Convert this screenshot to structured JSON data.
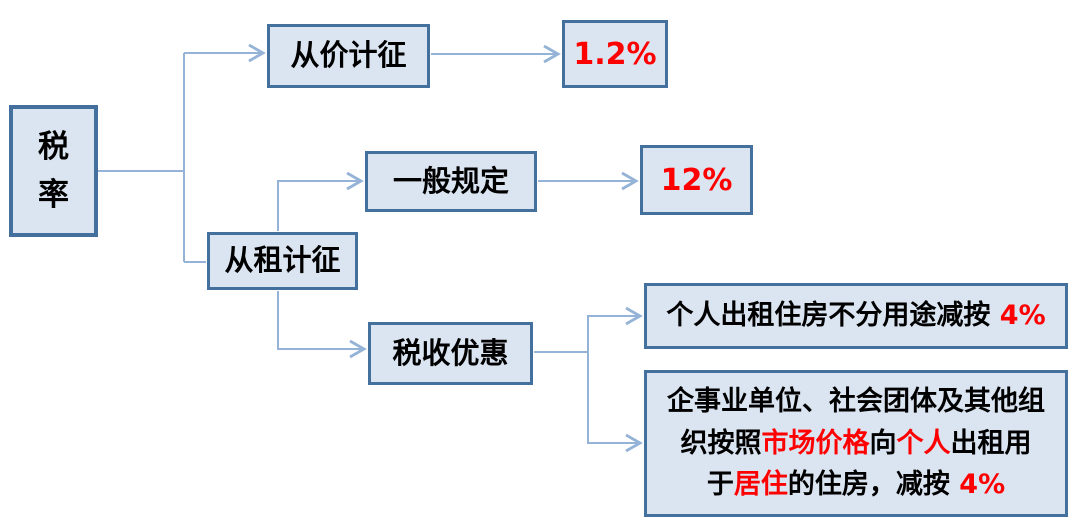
{
  "colors": {
    "box_fill": "#dbe5f1",
    "box_border": "#44709d",
    "connector": "#95b3d7",
    "highlight": "#fe0000",
    "text": "#000000"
  },
  "diagram_type": "flowchart",
  "nodes": {
    "tax_rate": {
      "label": "税率"
    },
    "ad_valorem": {
      "label": "从价计征"
    },
    "rate_1_2": {
      "label": "1.2%"
    },
    "general_rule": {
      "label": "一般规定"
    },
    "rate_12": {
      "label": "12%"
    },
    "by_rent": {
      "label": "从租计征"
    },
    "tax_incentive": {
      "label": "税收优惠"
    },
    "incentive_individual": {
      "segments": [
        {
          "text": "个人出租住房不分用途减按 ",
          "highlight": false
        },
        {
          "text": "4%",
          "highlight": true,
          "num": true
        }
      ]
    },
    "incentive_org": {
      "segments": [
        {
          "text": "企事业单位、社会团体及其他组\n织按照",
          "highlight": false
        },
        {
          "text": "市场价格",
          "highlight": true
        },
        {
          "text": "向",
          "highlight": false
        },
        {
          "text": "个人",
          "highlight": true
        },
        {
          "text": "出租用\n于",
          "highlight": false
        },
        {
          "text": "居住",
          "highlight": true
        },
        {
          "text": "的住房，减按 ",
          "highlight": false
        },
        {
          "text": "4%",
          "highlight": true,
          "num": true
        }
      ]
    }
  },
  "edges": [
    {
      "from": "tax_rate",
      "to": "ad_valorem"
    },
    {
      "from": "tax_rate",
      "to": "by_rent"
    },
    {
      "from": "ad_valorem",
      "to": "rate_1_2"
    },
    {
      "from": "by_rent",
      "to": "general_rule"
    },
    {
      "from": "general_rule",
      "to": "rate_12"
    },
    {
      "from": "by_rent",
      "to": "tax_incentive"
    },
    {
      "from": "tax_incentive",
      "to": "incentive_individual"
    },
    {
      "from": "tax_incentive",
      "to": "incentive_org"
    }
  ]
}
